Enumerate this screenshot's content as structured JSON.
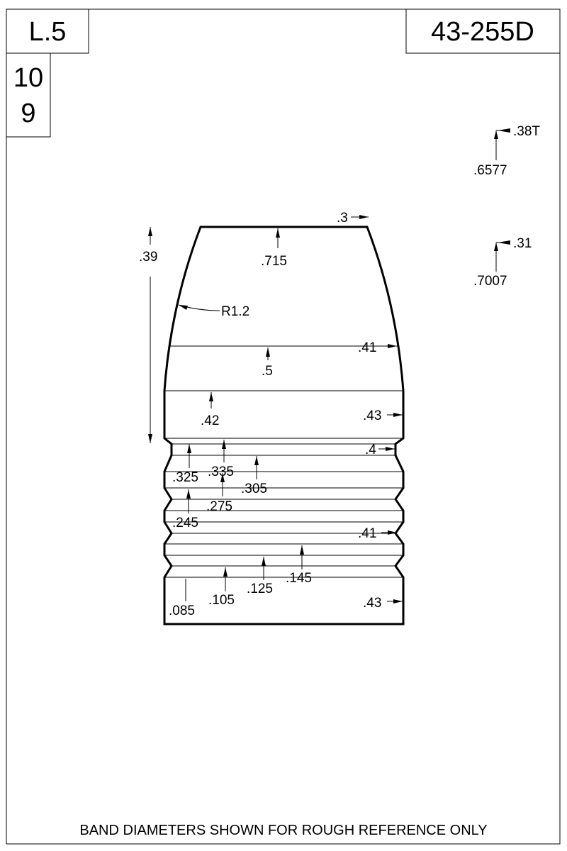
{
  "header": {
    "length": "L.5",
    "part_number": "43-255D",
    "count_top": "10",
    "count_bottom": "9"
  },
  "specs": {
    "spec_a_top": ".38T",
    "spec_a_bottom": ".6577",
    "spec_b_top": ".31",
    "spec_b_bottom": ".7007"
  },
  "dimensions": {
    "meplat": ".3",
    "nose_length": ".39",
    "nose_top": ".715",
    "radius": "R1.2",
    "dia_41_upper": ".41",
    "dia_5": ".5",
    "dia_42": ".42",
    "dia_43_upper": ".43",
    "dia_4": ".4",
    "dia_325": ".325",
    "dia_335": ".335",
    "dia_305": ".305",
    "dia_275": ".275",
    "dia_245": ".245",
    "dia_41_lower": ".41",
    "dia_145": ".145",
    "dia_125": ".125",
    "dia_105": ".105",
    "dia_085": ".085",
    "dia_43_lower": ".43"
  },
  "footer": {
    "note": "BAND DIAMETERS SHOWN FOR ROUGH REFERENCE ONLY"
  }
}
